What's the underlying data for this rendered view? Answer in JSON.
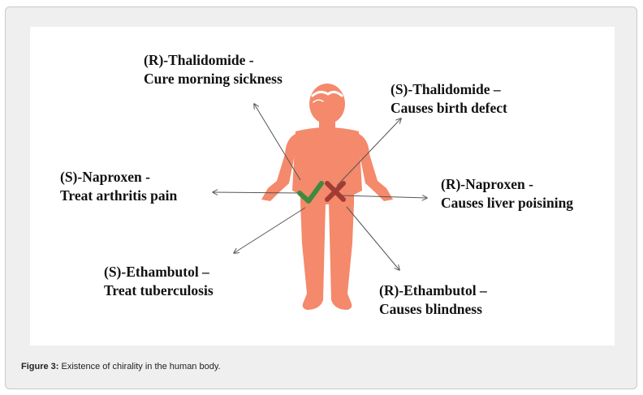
{
  "labels": {
    "r_thalidomide": {
      "line1": "(R)-Thalidomide -",
      "line2": "Cure morning sickness"
    },
    "s_thalidomide": {
      "line1": "(S)-Thalidomide –",
      "line2": "Causes birth defect"
    },
    "s_naproxen": {
      "line1": "(S)-Naproxen -",
      "line2": "Treat arthritis pain"
    },
    "r_naproxen": {
      "line1": "(R)-Naproxen -",
      "line2": "Causes liver poisining"
    },
    "s_ethambutol": {
      "line1": "(S)-Ethambutol –",
      "line2": "Treat tuberculosis"
    },
    "r_ethambutol": {
      "line1": "(R)-Ethambutol –",
      "line2": "Causes blindness"
    }
  },
  "caption": {
    "prefix": "Figure 3:",
    "text": " Existence of chirality in the human body."
  },
  "icons": {
    "check": "check-mark-icon",
    "cross": "cross-mark-icon"
  },
  "colors": {
    "body": "#f4896b",
    "hair": "#ffffff",
    "check": "#3e8a3e",
    "cross": "#a33b35",
    "arrow": "#555555"
  }
}
